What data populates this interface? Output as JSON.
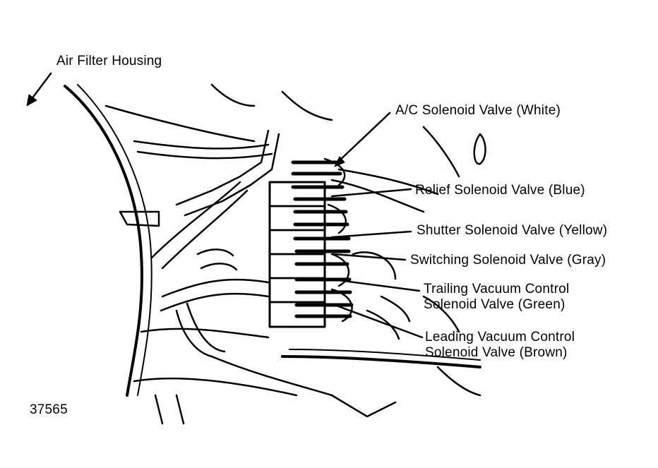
{
  "figure_id": "37565",
  "labels": {
    "air_filter_housing": "Air Filter Housing",
    "ac_solenoid": "A/C Solenoid Valve (White)",
    "relief_solenoid": "Relief Solenoid Valve (Blue)",
    "shutter_solenoid": "Shutter Solenoid Valve (Yellow)",
    "switching_solenoid": "Switching Solenoid Valve (Gray)",
    "trailing_line1": "Trailing Vacuum Control",
    "trailing_line2": "Solenoid Valve (Green)",
    "leading_line1": "Leading Vacuum Control",
    "leading_line2": "Solenoid Valve (Brown)"
  },
  "colors": {
    "ink": "#000000",
    "paper": "#ffffff"
  }
}
